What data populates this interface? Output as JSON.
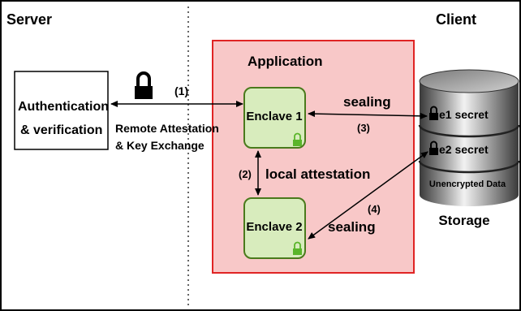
{
  "regions": {
    "server_label": "Server",
    "client_label": "Client",
    "application_label": "Application"
  },
  "nodes": {
    "auth_line1": "Authentication",
    "auth_line2": "& verification",
    "enclave1_label": "Enclave 1",
    "enclave2_label": "Enclave 2",
    "storage_label": "Storage",
    "storage_rows": [
      "e1 secret",
      "e2 secret",
      "Unencrypted Data"
    ]
  },
  "edges": {
    "step1": "(1)",
    "remote_line1": "Remote Attestation",
    "remote_line2": "& Key Exchange",
    "step2": "(2)",
    "local_attestation": "local attestation",
    "step3": "(3)",
    "sealing1": "sealing",
    "step4": "(4)",
    "sealing2": "sealing"
  },
  "colors": {
    "application_fill": "#f8c8c8",
    "application_border": "#e02424",
    "enclave_fill": "#d8ecbd",
    "enclave_border": "#4a7a1c",
    "storage_dark": "#4a4a4a",
    "storage_light": "#e6e6e6"
  },
  "icons": {
    "padlock": "lock-icon",
    "small_lock": "green-lock-icon"
  }
}
